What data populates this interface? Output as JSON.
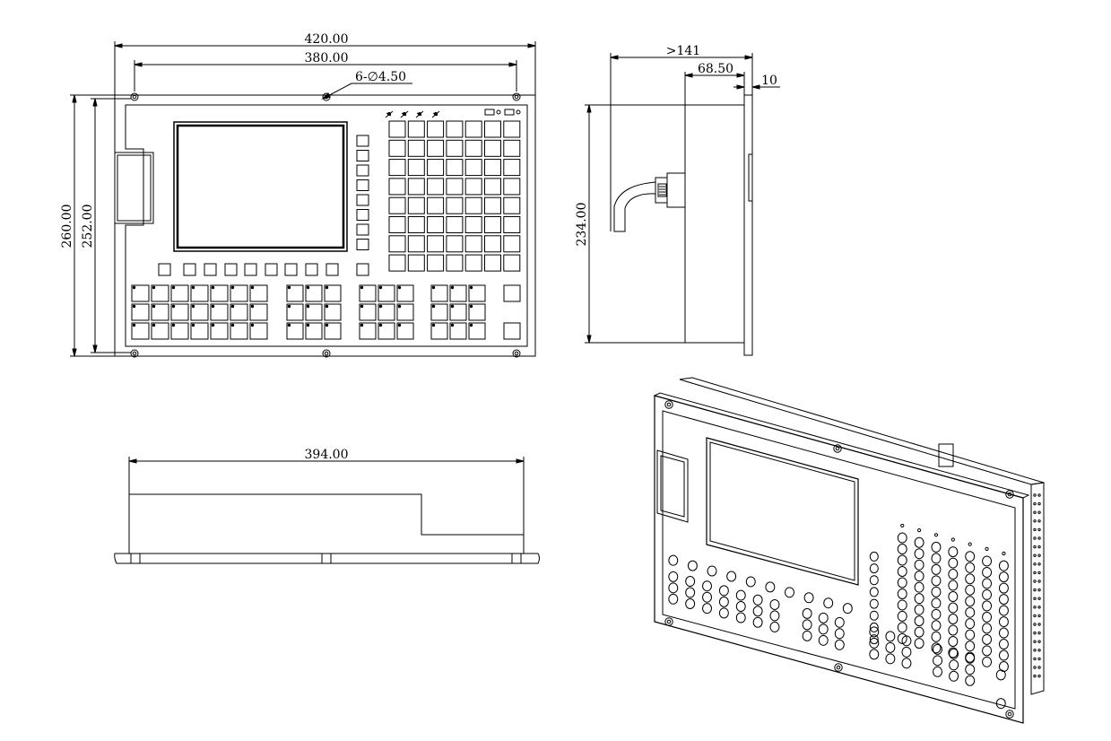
{
  "front_view": {
    "overall_width": "420.00",
    "hole_spacing_width": "380.00",
    "mounting_holes": "6-∅4.50",
    "overall_height": "260.00",
    "hole_spacing_height": "252.00"
  },
  "side_view": {
    "depth": ">141",
    "body_depth": "68.50",
    "panel_thickness": "10",
    "body_height": "234.00"
  },
  "bottom_view": {
    "body_width": "394.00"
  },
  "colors": {
    "line": "#000000",
    "background": "#ffffff"
  }
}
